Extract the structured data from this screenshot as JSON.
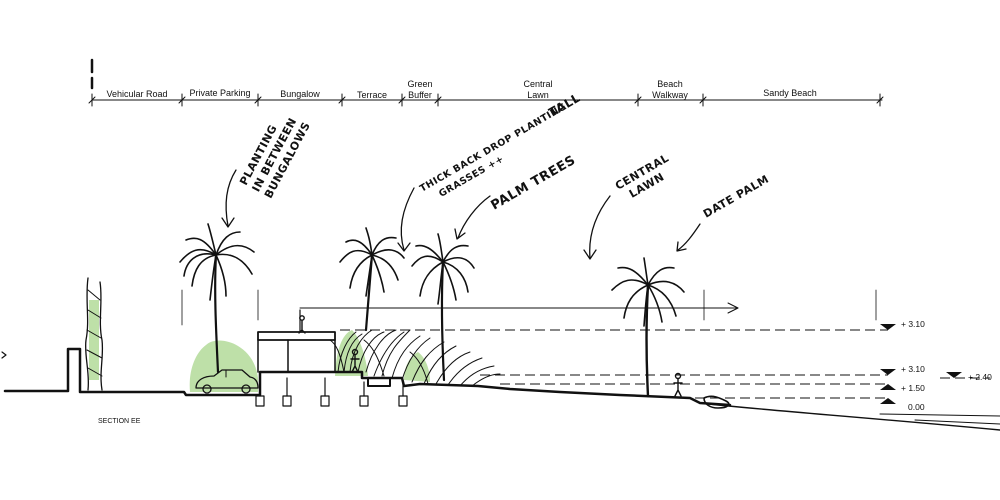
{
  "zones": [
    {
      "label": "Vehicular Road"
    },
    {
      "label": "Private Parking"
    },
    {
      "label": "Bungalow"
    },
    {
      "label": "Terrace"
    },
    {
      "label_line1": "Green",
      "label_line2": "Buffer"
    },
    {
      "label_line1": "Central",
      "label_line2": "Lawn"
    },
    {
      "label_line1": "Beach",
      "label_line2": "Walkway"
    },
    {
      "label": "Sandy Beach"
    }
  ],
  "annotations": {
    "planting": {
      "line1": "PLANTING",
      "line2": "IN BETWEEN",
      "line3": "BUNGALOWS"
    },
    "backdrop": {
      "line1": "THICK BACK DROP PLANTING",
      "line1b": "TALL",
      "line2": "GRASSES ++"
    },
    "palm_trees": "PALM TREES",
    "central_lawn": {
      "line1": "CENTRAL",
      "line2": "LAWN"
    },
    "date_palm": "DATE PALM"
  },
  "levels": {
    "upper": "+ 3.10",
    "mid": "+ 3.10",
    "lower": "+ 1.50",
    "side": "+ 2.40",
    "ground": "0.00"
  },
  "section_label": "SECTION EE",
  "colors": {
    "ink": "#111111",
    "planting_wash": "#9bd07a"
  }
}
